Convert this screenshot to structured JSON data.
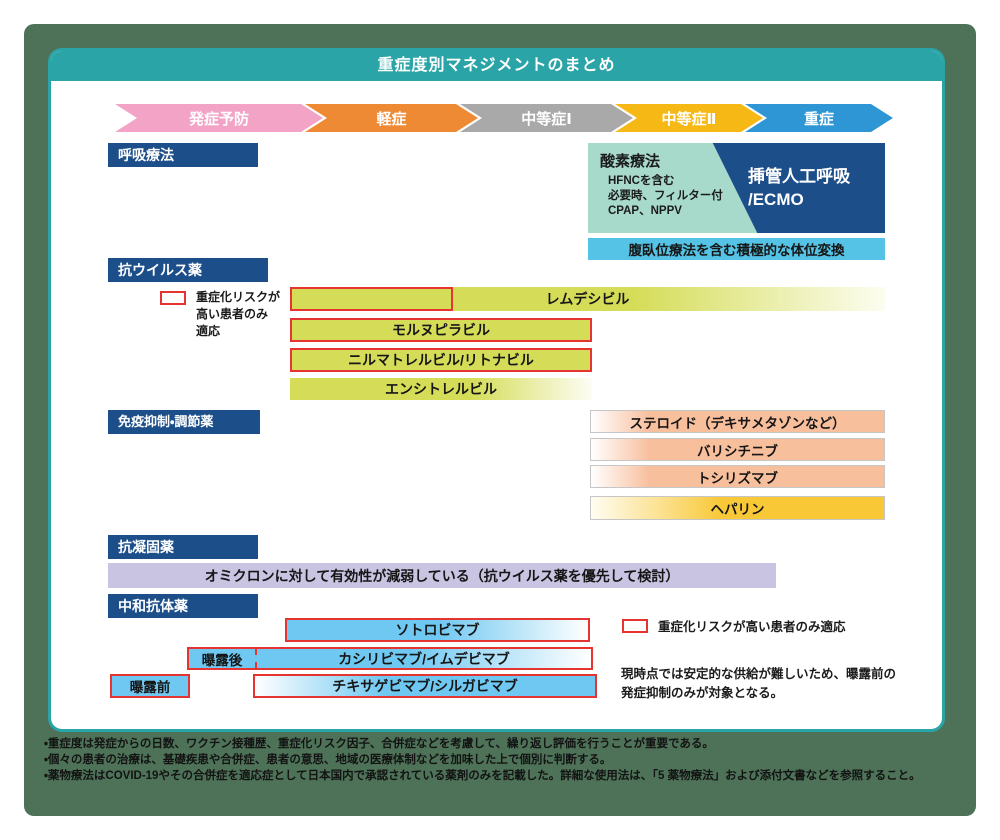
{
  "title": "重症度別マネジメントのまとめ",
  "severity_levels": [
    {
      "label": "発症予防",
      "color": "#f2a3c6"
    },
    {
      "label": "軽症",
      "color": "#ee8a34"
    },
    {
      "label": "中等症Ⅰ",
      "color": "#a9a9a9"
    },
    {
      "label": "中等症Ⅱ",
      "color": "#f6b814"
    },
    {
      "label": "重症",
      "color": "#2e96d4"
    }
  ],
  "respiratory": {
    "label": "呼吸療法",
    "oxygen_title": "酸素療法",
    "oxygen_lines": [
      "HFNCを含む",
      "必要時、フィルター付",
      "CPAP、NPPV"
    ],
    "ventilation_line1": "挿管人工呼吸",
    "ventilation_line2": "/ECMO",
    "positioning": "腹臥位療法を含む積極的な体位変換"
  },
  "antiviral": {
    "label": "抗ウイルス薬",
    "legend_lines": [
      "重症化リスクが",
      "高い患者のみ",
      "適応"
    ],
    "drugs": [
      "レムデシビル",
      "モルヌピラビル",
      "ニルマトレルビル/リトナビル",
      "エンシトレルビル"
    ]
  },
  "immune": {
    "label": "免疫抑制・調節薬",
    "drugs": [
      "ステロイド（デキサメタゾンなど）",
      "バリシチニブ",
      "トシリズマブ",
      "ヘパリン"
    ]
  },
  "anticoagulant": {
    "label": "抗凝固薬"
  },
  "omicron_note": "オミクロンに対して有効性が減弱している（抗ウイルス薬を優先して検討）",
  "antibody": {
    "label": "中和抗体薬",
    "post_exposure": "曝露後",
    "pre_exposure": "曝露前",
    "drugs": [
      "ソトロビマブ",
      "カシリビマブ/イムデビマブ",
      "チキサゲビマブ/シルガビマブ"
    ],
    "legend": "重症化リスクが高い患者のみ適応",
    "supply_note": [
      "現時点では安定的な供給が難しいため、曝露前の",
      "発症抑制のみが対象となる。"
    ]
  },
  "footnotes": [
    "・重症度は発症からの日数、ワクチン接種歴、重症化リスク因子、合併症などを考慮して、繰り返し評価を行うことが重要である。",
    "・個々の患者の治療は、基礎疾患や合併症、患者の意思、地域の医療体制などを加味した上で個別に判断する。",
    "・薬物療法はCOVID-19やその合併症を適応症として日本国内で承認されている薬剤のみを記載した。詳細な使用法は、「5 薬物療法」および添付文書などを参照すること。"
  ],
  "colors": {
    "page_panel_green": "#4d7257",
    "header_teal": "#2ba4a7",
    "section_navy": "#1c4e8a",
    "oxygen_teal": "#a8dacc",
    "positioning_blue": "#54c3e5",
    "antiviral_green": "#d5dd58",
    "high_risk_red": "#e63430",
    "immune_salmon": "#f8bf9d",
    "heparin_gold": "#f8c836",
    "omicron_purple": "#c8c4e2",
    "antibody_blue": "#6fc8f2"
  }
}
